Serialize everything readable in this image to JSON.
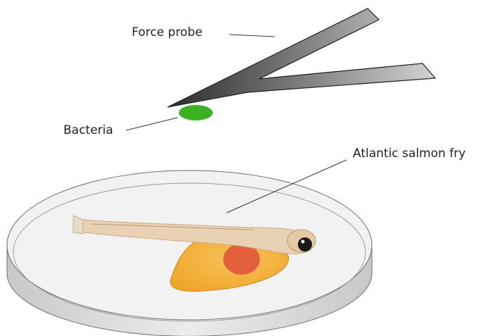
{
  "labels": {
    "force_probe": "Force probe",
    "bacteria": "Bacteria",
    "salmon_fry": "Atlantic salmon fry"
  },
  "colors": {
    "probe_dark": "#2b2b2b",
    "probe_light": "#d2d2d2",
    "bacteria": "#3cb021",
    "dish_fill": "#f2f2f2",
    "dish_wall": "#d6d6d6",
    "dish_stroke": "#6e6e6e",
    "fish_body": "#e8d2b3",
    "fish_yolk": "#f0a52a",
    "fish_oil_droplet": "#e2553a",
    "fish_eye": "#1a1a1a",
    "leader_line": "#333333"
  }
}
